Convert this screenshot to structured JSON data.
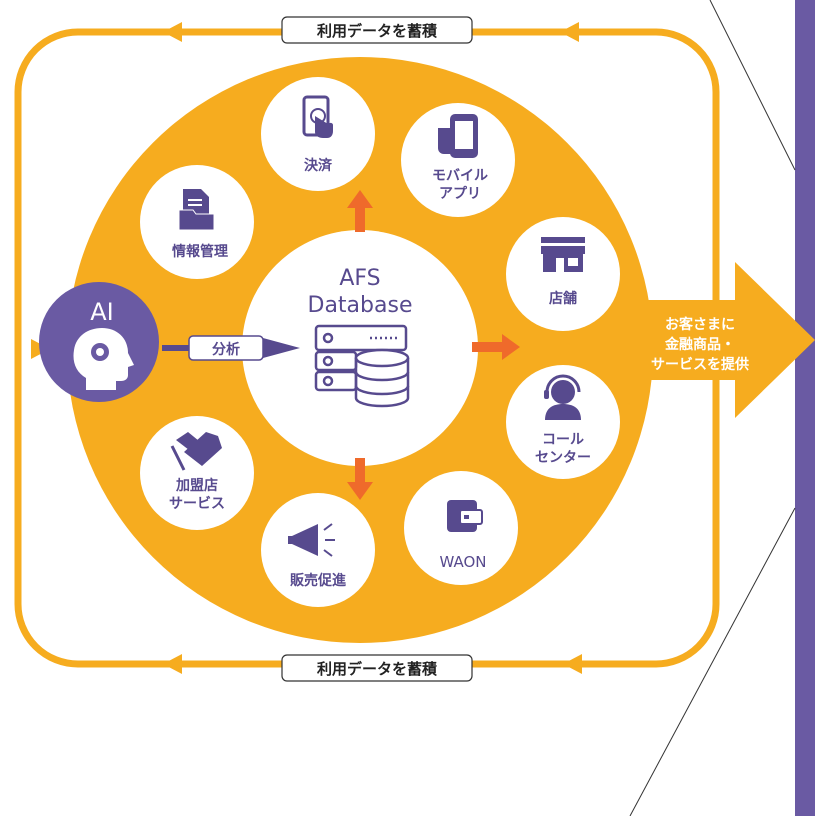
{
  "colors": {
    "orange": "#f6ac1f",
    "purple": "#6a5aa3",
    "arrow_red": "#ef6a2b",
    "icon_purple": "#574a8e",
    "white": "#ffffff"
  },
  "loop": {
    "top_label": "利用データを蓄積",
    "bottom_label": "利用データを蓄積"
  },
  "center": {
    "title_line1": "AFS",
    "title_line2": "Database",
    "icon": "database-server-icon"
  },
  "ai": {
    "label": "AI",
    "icon": "head-gear-icon",
    "analysis_label": "分析"
  },
  "output": {
    "line1": "お客さまに",
    "line2": "金融商品・",
    "line3": "サービスを提供"
  },
  "nodes": [
    {
      "id": "payment",
      "lines": [
        "決済"
      ],
      "icon": "smartphone-touch-icon"
    },
    {
      "id": "mobile-app",
      "lines": [
        "モバイル",
        "アプリ"
      ],
      "icon": "mobile-hand-icon"
    },
    {
      "id": "store",
      "lines": [
        "店舗"
      ],
      "icon": "storefront-icon"
    },
    {
      "id": "call-center",
      "lines": [
        "コール",
        "センター"
      ],
      "icon": "headset-operator-icon"
    },
    {
      "id": "waon",
      "lines": [
        "WAON"
      ],
      "icon": "wallet-card-icon"
    },
    {
      "id": "sales-promotion",
      "lines": [
        "販売促進"
      ],
      "icon": "megaphone-icon"
    },
    {
      "id": "merchant-service",
      "lines": [
        "加盟店",
        "サービス"
      ],
      "icon": "handshake-icon"
    },
    {
      "id": "info-management",
      "lines": [
        "情報管理"
      ],
      "icon": "document-folder-icon"
    }
  ]
}
